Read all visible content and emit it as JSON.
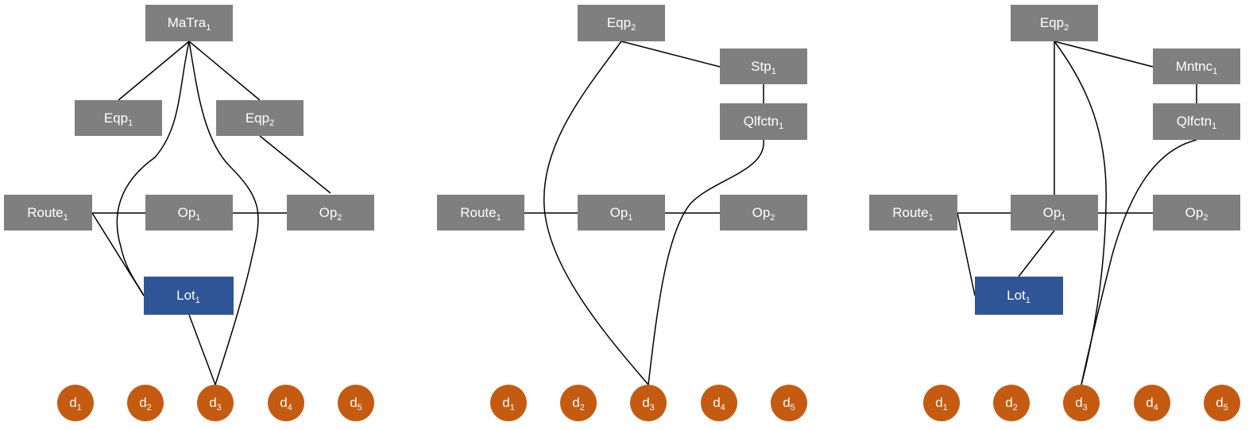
{
  "colors": {
    "node": "#7f7f7f",
    "lot": "#2f5597",
    "doc": "#c55a11",
    "text": "#ffffff",
    "edge": "#000000"
  },
  "graphs": [
    {
      "nodes": [
        {
          "id": "matra1",
          "base": "MaTra",
          "sub": "1",
          "type": "node"
        },
        {
          "id": "eqp1",
          "base": "Eqp",
          "sub": "1",
          "type": "node"
        },
        {
          "id": "eqp2",
          "base": "Eqp",
          "sub": "2",
          "type": "node"
        },
        {
          "id": "route1",
          "base": "Route",
          "sub": "1",
          "type": "node"
        },
        {
          "id": "op1",
          "base": "Op",
          "sub": "1",
          "type": "node"
        },
        {
          "id": "op2",
          "base": "Op",
          "sub": "2",
          "type": "node"
        },
        {
          "id": "lot1",
          "base": "Lot",
          "sub": "1",
          "type": "lot"
        }
      ],
      "docs": [
        {
          "id": "d1",
          "base": "d",
          "sub": "1"
        },
        {
          "id": "d2",
          "base": "d",
          "sub": "2"
        },
        {
          "id": "d3",
          "base": "d",
          "sub": "3"
        },
        {
          "id": "d4",
          "base": "d",
          "sub": "4"
        },
        {
          "id": "d5",
          "base": "d",
          "sub": "5"
        }
      ]
    },
    {
      "nodes": [
        {
          "id": "eqp2",
          "base": "Eqp",
          "sub": "2",
          "type": "node"
        },
        {
          "id": "stp1",
          "base": "Stp",
          "sub": "1",
          "type": "node"
        },
        {
          "id": "qlfctn1",
          "base": "Qlfctn",
          "sub": "1",
          "type": "node"
        },
        {
          "id": "route1",
          "base": "Route",
          "sub": "1",
          "type": "node"
        },
        {
          "id": "op1",
          "base": "Op",
          "sub": "1",
          "type": "node"
        },
        {
          "id": "op2",
          "base": "Op",
          "sub": "2",
          "type": "node"
        }
      ],
      "docs": [
        {
          "id": "d1",
          "base": "d",
          "sub": "1"
        },
        {
          "id": "d2",
          "base": "d",
          "sub": "2"
        },
        {
          "id": "d3",
          "base": "d",
          "sub": "3"
        },
        {
          "id": "d4",
          "base": "d",
          "sub": "4"
        },
        {
          "id": "d5",
          "base": "d",
          "sub": "5"
        }
      ]
    },
    {
      "nodes": [
        {
          "id": "eqp2",
          "base": "Eqp",
          "sub": "2",
          "type": "node"
        },
        {
          "id": "mntnc1",
          "base": "Mntnc",
          "sub": "1",
          "type": "node"
        },
        {
          "id": "qlfctn1",
          "base": "Qlfctn",
          "sub": "1",
          "type": "node"
        },
        {
          "id": "route1",
          "base": "Route",
          "sub": "1",
          "type": "node"
        },
        {
          "id": "op1",
          "base": "Op",
          "sub": "1",
          "type": "node"
        },
        {
          "id": "op2",
          "base": "Op",
          "sub": "2",
          "type": "node"
        },
        {
          "id": "lot1",
          "base": "Lot",
          "sub": "1",
          "type": "lot"
        }
      ],
      "docs": [
        {
          "id": "d1",
          "base": "d",
          "sub": "1"
        },
        {
          "id": "d2",
          "base": "d",
          "sub": "2"
        },
        {
          "id": "d3",
          "base": "d",
          "sub": "3"
        },
        {
          "id": "d4",
          "base": "d",
          "sub": "4"
        },
        {
          "id": "d5",
          "base": "d",
          "sub": "5"
        }
      ]
    }
  ]
}
